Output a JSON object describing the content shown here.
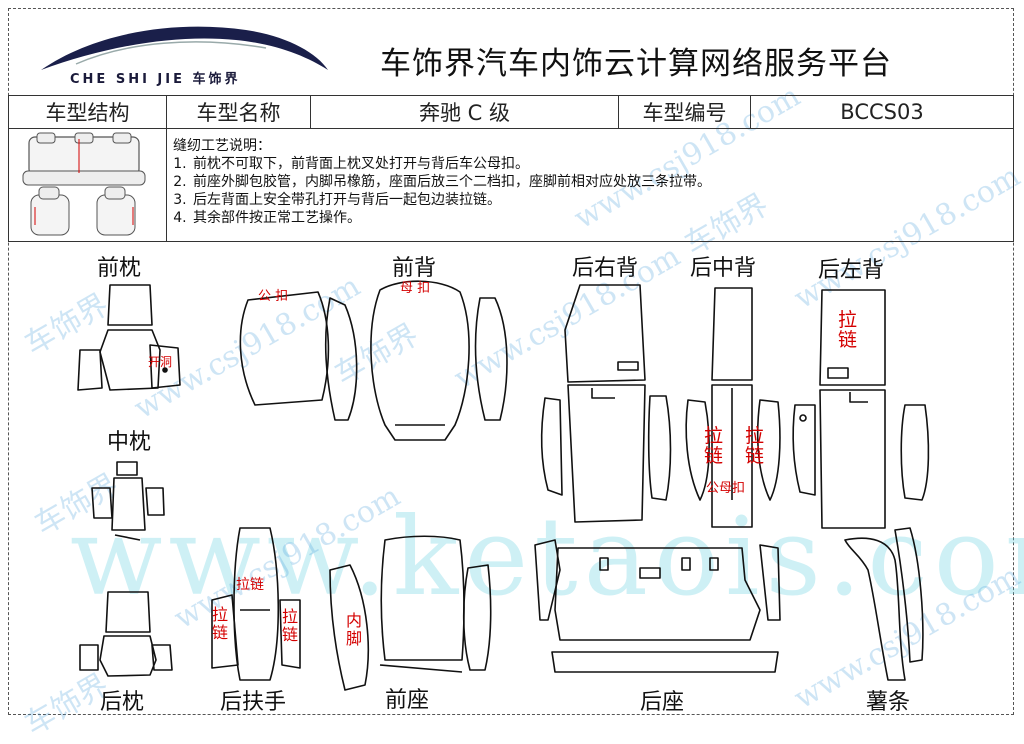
{
  "header": {
    "logo_text": "CHE SHI JIE 车饰界",
    "site_title": "车饰界汽车内饰云计算网络服务平台"
  },
  "info_table": {
    "structure_label": "车型结构",
    "name_label": "车型名称",
    "name_value": "奔驰 C 级",
    "code_label": "车型编号",
    "code_value": "BCCS03"
  },
  "notes": {
    "title": "缝纫工艺说明：",
    "items": [
      "前枕不可取下，前背面上枕叉处打开与背后车公母扣。",
      "前座外脚包胶管，内脚吊橡筋，座面后放三个二档扣，座脚前相对应处放三条拉带。",
      "后左背面上安全带孔打开与背后一起包边装拉链。",
      "其余部件按正常工艺操作。"
    ]
  },
  "labels": {
    "front_headrest": "前枕",
    "front_back": "前背",
    "rear_right_back": "后右背",
    "rear_mid_back": "后中背",
    "rear_left_back": "后左背",
    "mid_headrest": "中枕",
    "rear_headrest": "后枕",
    "rear_armrest": "后扶手",
    "front_seat": "前座",
    "rear_seat": "后座",
    "strip": "薯条"
  },
  "marks": {
    "gongkou": "公 扣",
    "mukou": "母 扣",
    "kaidong": "开洞",
    "lalian_v": "拉链",
    "gongmukou": "公母扣",
    "neijiao": "内脚"
  },
  "watermarks": {
    "main": "www.ketaois.com",
    "site": "www.csj918.com",
    "brand": "车饰界"
  },
  "colors": {
    "mark_red": "#d40000",
    "watermark_blue": "#50a0dc"
  }
}
